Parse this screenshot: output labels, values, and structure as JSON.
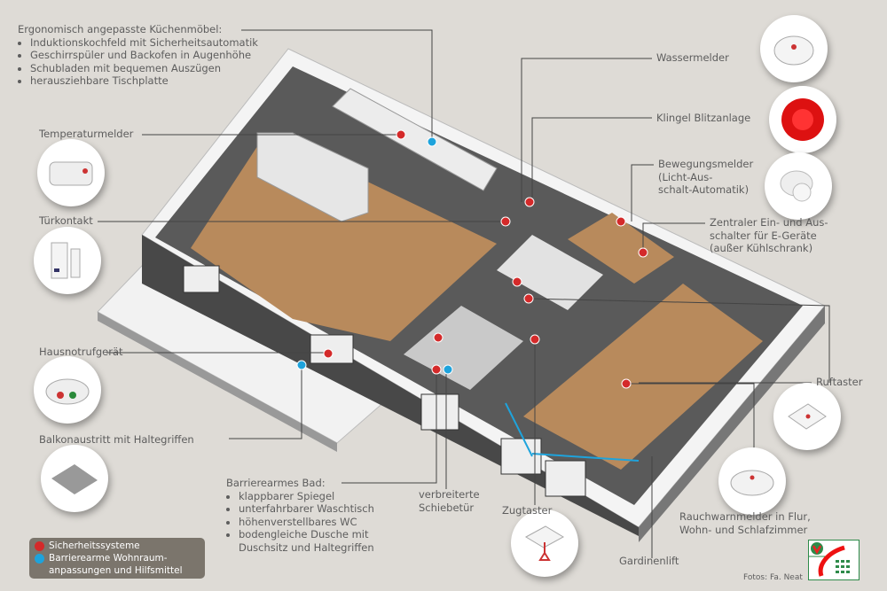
{
  "colors": {
    "safety": "#d42a2a",
    "accessibility": "#1ea3dc",
    "wood": "#b88a5c",
    "wall": "#4b4b4b",
    "background": "#dedbd6"
  },
  "kitchen": {
    "title": "Ergonomisch angepasste Küchenmöbel:",
    "items": [
      "Induktionskochfeld mit Sicherheitsautomatik",
      "Geschirrspüler und Backofen in Augenhöhe",
      "Schubladen mit bequemen Auszügen",
      "herausziehbare Tischplatte"
    ]
  },
  "labels": {
    "temperature": "Temperaturmelder",
    "door_contact": "Türkontakt",
    "emergency_call": "Hausnotrufgerät",
    "balcony": "Balkonaustritt mit Haltegriffen",
    "water": "Wassermelder",
    "bell": "Klingel Blitzanlage",
    "motion": [
      "Bewegungsmelder",
      "(Licht-Aus-",
      "schalt-Automatik)"
    ],
    "central_switch": [
      "Zentraler Ein- und Aus-",
      "schalter für E-Geräte",
      "(außer Kühlschrank)"
    ],
    "call_button": "Ruftaster",
    "smoke": [
      "Rauchwarnmelder in Flur,",
      "Wohn- und Schlafzimmer"
    ],
    "curtain": "Gardinenlift",
    "pull_switch": "Zugtaster",
    "sliding_door": [
      "verbreiterte",
      "Schiebetür"
    ],
    "credits": "Fotos: Fa. Neat"
  },
  "bathroom": {
    "title": "Barrierearmes Bad:",
    "items": [
      "klappbarer Spiegel",
      "unterfahrbarer Waschtisch",
      "höhenverstellbares WC",
      "bodengleiche Dusche mit Duschsitz und Haltegriffen"
    ]
  },
  "legend": {
    "safety": "Sicherheitssysteme",
    "accessibility": [
      "Barrierearme Wohnraum-",
      "anpassungen und Hilfsmittel"
    ]
  }
}
